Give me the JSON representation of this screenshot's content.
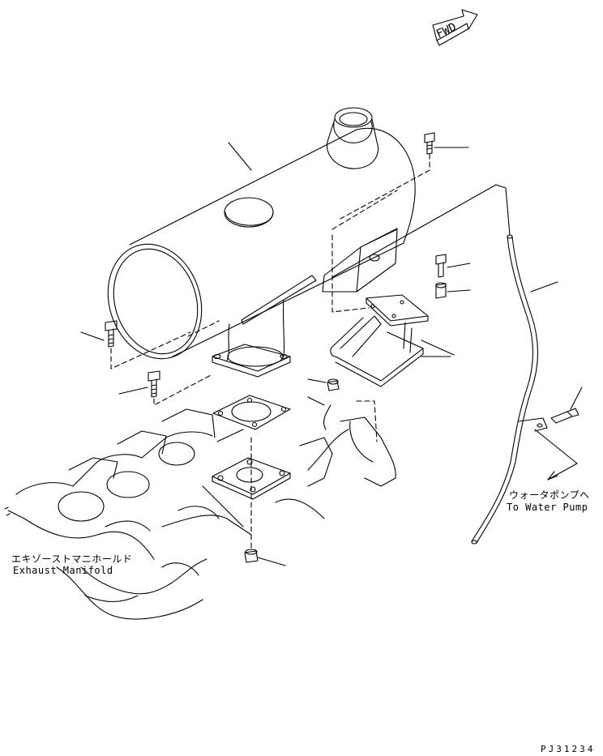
{
  "labels": {
    "fwd": "FWD",
    "exhaust_manifold_jp": "エキゾーストマニホールド",
    "exhaust_manifold_en": "Exhaust Manifold",
    "water_pump_jp": "ウォータポンプへ",
    "water_pump_en": "To Water Pump",
    "drawing_id": "PJ31234"
  }
}
